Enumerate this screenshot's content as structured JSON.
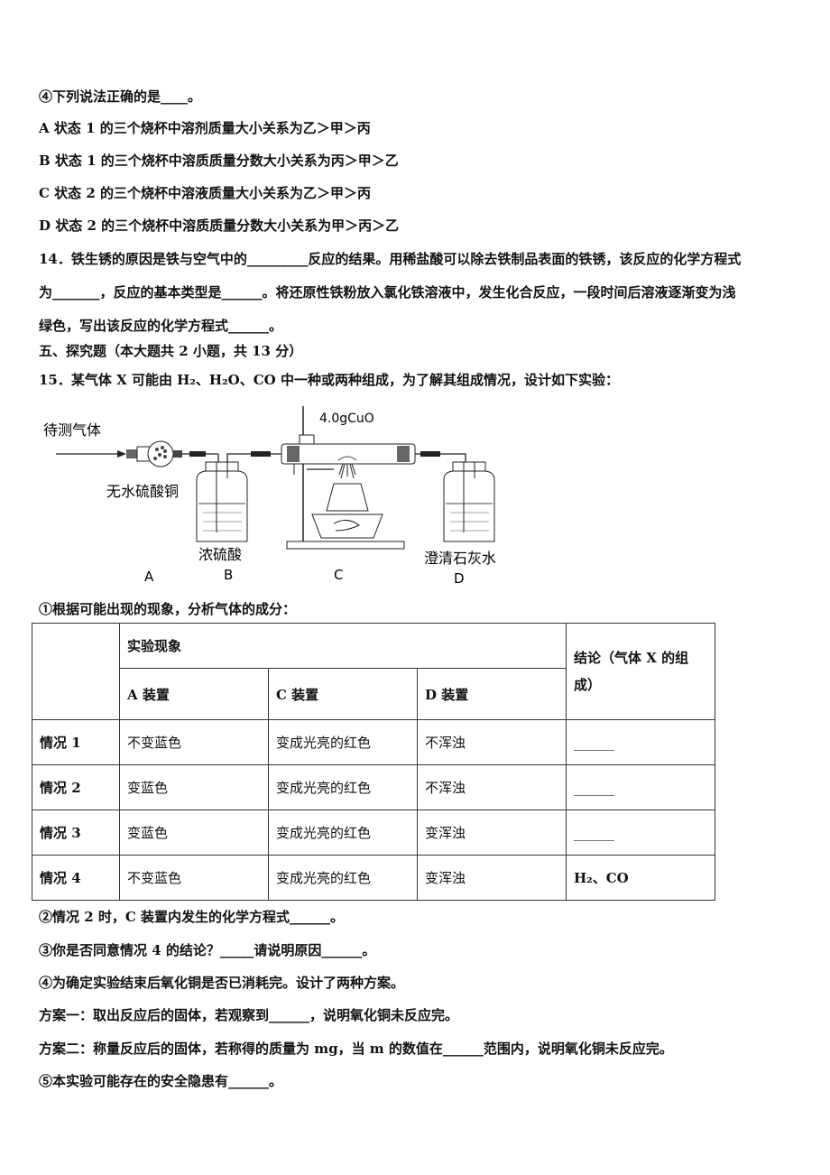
{
  "q13_4": {
    "stem": "④下列说法正确的是____。",
    "optA": "A 状态 1 的三个烧杯中溶剂质量大小关系为乙＞甲＞丙",
    "optB": "B 状态 1 的三个烧杯中溶质质量分数大小关系为丙＞甲＞乙",
    "optC": "C 状态 2 的三个烧杯中溶液质量大小关系为乙＞甲＞丙",
    "optD": "D 状态 2 的三个烧杯中溶质质量分数大小关系为甲＞丙＞乙"
  },
  "q14": {
    "line1": "14．铁生锈的原因是铁与空气中的_________反应的结果。用稀盐酸可以除去铁制品表面的铁锈，该反应的化学方程式",
    "line2": "为_______，反应的基本类型是______。将还原性铁粉放入氯化铁溶液中，发生化合反应，一段时间后溶液逐渐变为浅",
    "line3": "绿色，写出该反应的化学方程式______。"
  },
  "section5": "五、探究题（本大题共 2 小题，共 13 分）",
  "q15": {
    "stem": "15．某气体 X 可能由 H₂、H₂O、CO 中一种或两种组成，为了解其组成情况，设计如下实验：",
    "figure": {
      "gas_label": "待测气体",
      "cuo_label": "4.0gCuO",
      "a_sub": "无水硫酸铜",
      "b_sub": "浓硫酸",
      "d_sub": "澄清石灰水",
      "letter_a": "A",
      "letter_b": "B",
      "letter_c": "C",
      "letter_d": "D"
    },
    "sub1": "①根据可能出现的现象，分析气体的成分：",
    "table": {
      "phenomenon": "实验现象",
      "conclusion": "结论（气体 X 的组成）",
      "col_a": "A 装置",
      "col_c": "C 装置",
      "col_d": "D 装置",
      "rows": [
        {
          "name": "情况 1",
          "a": "不变蓝色",
          "c": "变成光亮的红色",
          "d": "不浑浊",
          "result": "______"
        },
        {
          "name": "情况 2",
          "a": "变蓝色",
          "c": "变成光亮的红色",
          "d": "不浑浊",
          "result": "______"
        },
        {
          "name": "情况 3",
          "a": "变蓝色",
          "c": "变成光亮的红色",
          "d": "变浑浊",
          "result": "______"
        },
        {
          "name": "情况 4",
          "a": "不变蓝色",
          "c": "变成光亮的红色",
          "d": "变浑浊",
          "result": "H₂、CO"
        }
      ]
    },
    "sub2": "②情况 2 时，C 装置内发生的化学方程式______。",
    "sub3": "③你是否同意情况 4 的结论？_____请说明原因______。",
    "sub4": "④为确定实验结束后氧化铜是否已消耗完。设计了两种方案。",
    "plan1": "方案一：取出反应后的固体，若观察到______，说明氧化铜未反应完。",
    "plan2": "方案二：称量反应后的固体，若称得的质量为 mg，当 m 的数值在______范围内，说明氧化铜未反应完。",
    "sub5": "⑤本实验可能存在的安全隐患有______。"
  }
}
